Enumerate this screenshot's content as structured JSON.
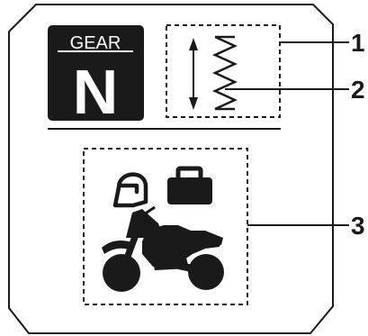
{
  "gear_display": {
    "label": "GEAR",
    "value": "N"
  },
  "callouts": [
    {
      "number": "1"
    },
    {
      "number": "2"
    },
    {
      "number": "3"
    }
  ],
  "icons": {
    "suspension": "suspension-spring-icon",
    "rider": "helmet-icon",
    "luggage": "luggage-icon",
    "motorcycle": "motorcycle-icon"
  },
  "colors": {
    "panel_fill": "#1a1a1a",
    "line": "#1a1a1a",
    "background": "#ffffff"
  }
}
